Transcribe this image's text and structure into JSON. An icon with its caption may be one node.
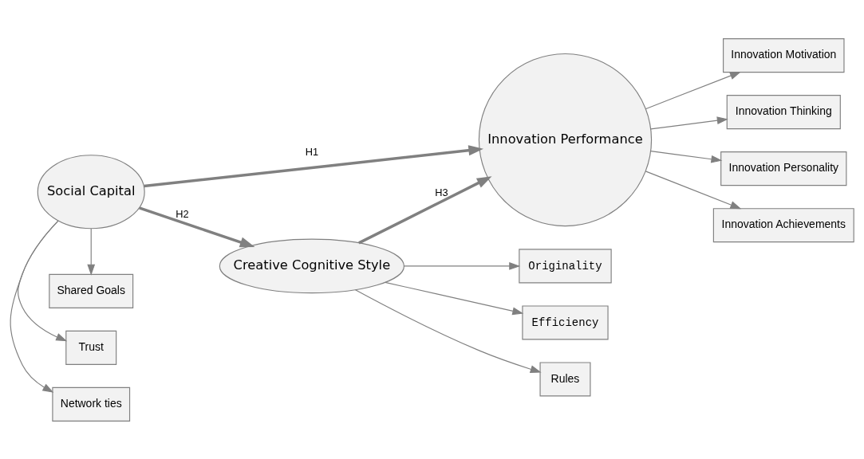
{
  "diagram": {
    "nodes": [
      {
        "text": [
          "Social Capital"
        ]
      },
      {
        "text": [
          "Creative Cognitive Style"
        ]
      },
      {
        "text": [
          "Innovation Performance"
        ]
      },
      {
        "text": [
          "Originality"
        ]
      },
      {
        "text": [
          "Efficiency"
        ]
      },
      {
        "text": [
          "Rules"
        ]
      },
      {
        "text": [
          "Network ties"
        ]
      },
      {
        "text": [
          "Trust"
        ]
      },
      {
        "text": [
          "Shared Goals"
        ]
      },
      {
        "text": [
          "Innovation Motivation"
        ]
      },
      {
        "text": [
          "Innovation Thinking"
        ]
      },
      {
        "text": [
          "Innovation Personality"
        ]
      },
      {
        "text": [
          "Innovation Achievements"
        ]
      }
    ],
    "edges": [
      {
        "from": 0,
        "to": 6,
        "arrow": "to"
      },
      {
        "from": 0,
        "to": 7,
        "arrow": "to"
      },
      {
        "from": 0,
        "to": 8,
        "arrow": "to"
      },
      {
        "from": 0,
        "to": 1,
        "arrow": "to",
        "label": "H2",
        "style": "thick"
      },
      {
        "from": 0,
        "to": 2,
        "arrow": "to",
        "label": "H1",
        "style": "thick"
      },
      {
        "from": 1,
        "to": 2,
        "arrow": "to",
        "label": "H3",
        "style": "thick"
      },
      {
        "from": 1,
        "to": 3,
        "arrow": "to"
      },
      {
        "from": 1,
        "to": 4,
        "arrow": "to"
      },
      {
        "from": 1,
        "to": 5,
        "arrow": "to"
      },
      {
        "from": 2,
        "to": 9,
        "arrow": "to"
      },
      {
        "from": 2,
        "to": 10,
        "arrow": "to"
      },
      {
        "from": 2,
        "to": 11,
        "arrow": "to"
      },
      {
        "from": 2,
        "to": 12,
        "arrow": "to"
      }
    ]
  }
}
